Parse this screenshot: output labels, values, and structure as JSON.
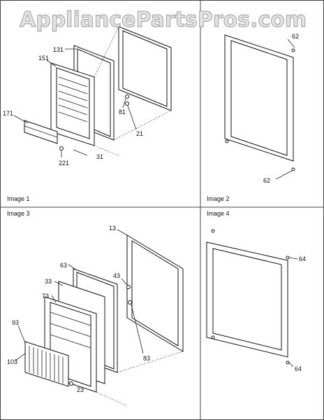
{
  "watermark": "AppliancePartsPros.com",
  "panels": [
    {
      "caption": "Image 1",
      "labels": [
        "131",
        "151",
        "171",
        "81",
        "21",
        "31",
        "221"
      ]
    },
    {
      "caption": "Image 2",
      "labels": [
        "62",
        "62"
      ]
    },
    {
      "caption": "Image 3",
      "labels": [
        "13",
        "63",
        "33",
        "73",
        "43",
        "93",
        "103",
        "83",
        "23"
      ]
    },
    {
      "caption": "Image 4",
      "labels": [
        "64",
        "64"
      ]
    }
  ]
}
